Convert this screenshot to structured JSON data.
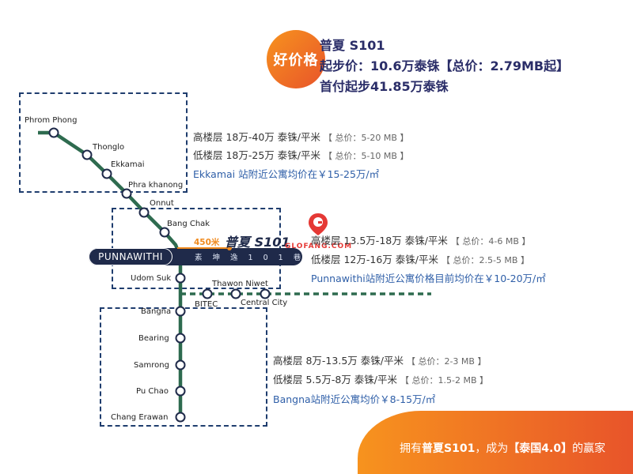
{
  "badge": "好价格",
  "header": {
    "line1": "普夏 S101",
    "line2": "起步价：10.6万泰铢【总价：2.79MB起】",
    "line3": "首付起步41.85万泰铢"
  },
  "stations": {
    "phrom_phong": "Phrom Phong",
    "thonglo": "Thonglo",
    "ekkamai": "Ekkamai",
    "phra_khanong": "Phra khanong",
    "onnut": "Onnut",
    "bang_chak": "Bang Chak",
    "punnawithi": "PUNNAWITHI",
    "udom_suk": "Udom Suk",
    "thawon_niwet": "Thawon Niwet",
    "bitec": "BITEC",
    "central_city": "Central City",
    "bangna": "Bangna",
    "bearing": "Bearing",
    "samrong": "Samrong",
    "pu_chao": "Pu Chao",
    "chang_erawan": "Chang Erawan"
  },
  "project": {
    "distance": "450米",
    "name": "普夏 S101",
    "address": "素 坤 逸 1 0 1 巷"
  },
  "watermark": "GLOFANG.COM",
  "zone_top": {
    "high_floor": "高楼层 18万-40万 泰铢/平米",
    "high_total": "【 总价：5-20 MB 】",
    "low_floor": "低楼层 18万-25万 泰铢/平米",
    "low_total": "【 总价：5-10 MB 】",
    "avg": "Ekkamai 站附近公寓均价在￥15-25万/㎡"
  },
  "zone_mid": {
    "high_floor": "高楼层 13.5万-18万 泰铢/平米",
    "high_total": "【 总价：4-6 MB 】",
    "low_floor": "低楼层 12万-16万 泰铢/平米",
    "low_total": "【 总价：2.5-5 MB 】",
    "avg": "Punnawithi站附近公寓价格目前均价在￥10-20万/㎡"
  },
  "zone_bottom": {
    "high_floor": "高楼层 8万-13.5万 泰铢/平米",
    "high_total": "【 总价：2-3 MB 】",
    "low_floor": "低楼层 5.5万-8万 泰铢/平米",
    "low_total": "【 总价：1.5-2 MB 】",
    "avg": "Bangna站附近公寓均价￥8-15万/㎡"
  },
  "banner": {
    "prefix": "拥有",
    "brand": "普夏S101",
    "middle": "，成为",
    "highlight": "【泰国4.0】",
    "suffix": "的赢家"
  },
  "colors": {
    "line_green": "#2e6b4f",
    "navy": "#1f2a4a",
    "orange": "#f08a1e",
    "blue_text": "#2f5fa8"
  }
}
